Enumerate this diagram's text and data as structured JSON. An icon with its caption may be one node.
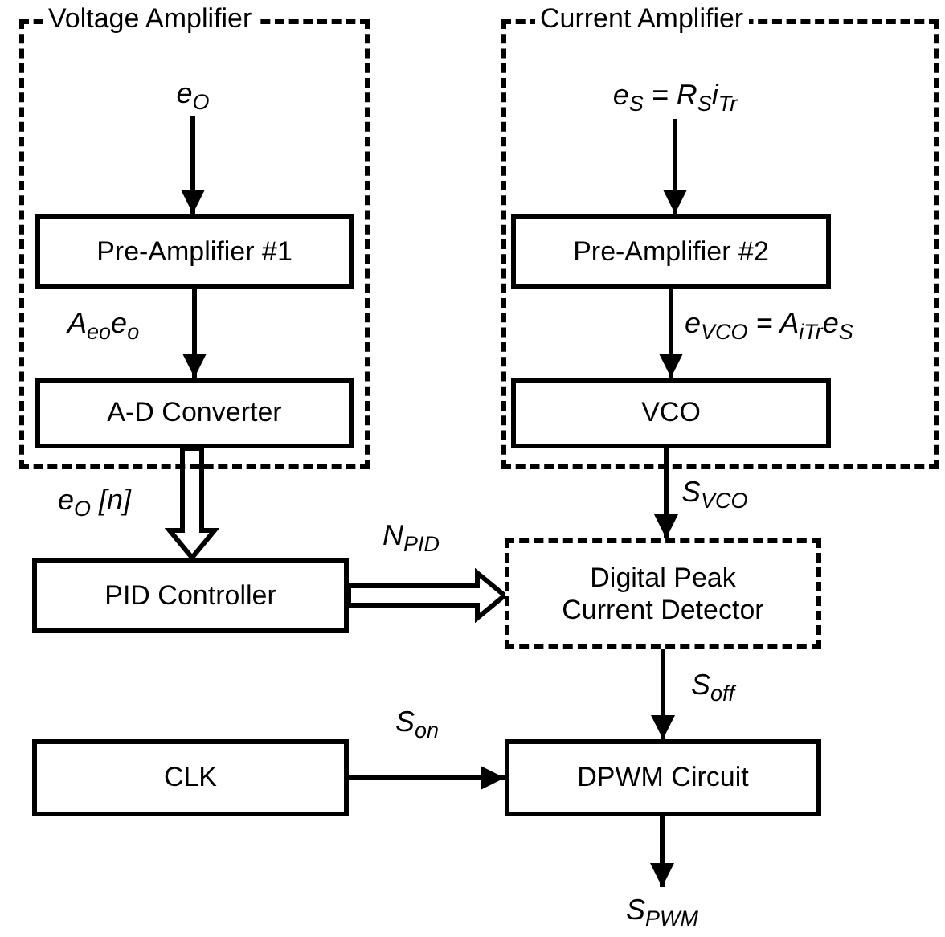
{
  "diagram": {
    "nodes": [
      {
        "text": [
          "Voltage Amplifier"
        ]
      },
      {
        "text": [
          "e$_{O}$"
        ],
        "in": 0
      },
      {
        "text": [
          "Pre-Amplifier #1"
        ],
        "in": 0
      },
      {
        "text": [
          "A-D Converter"
        ],
        "in": 0
      },
      {
        "text": [
          "Current Amplifier"
        ]
      },
      {
        "text": [
          "e$_{S}$ = R$_{S}$i$_{Tr}$"
        ],
        "in": 4
      },
      {
        "text": [
          "Pre-Amplifier #2"
        ],
        "in": 4
      },
      {
        "text": [
          "VCO"
        ],
        "in": 4
      },
      {
        "text": [
          "PID Controller"
        ]
      },
      {
        "text": [
          "Digital Peak Current Detector"
        ]
      },
      {
        "text": [
          "CLK"
        ]
      },
      {
        "text": [
          "DPWM Circuit"
        ]
      },
      {
        "text": [
          "S$_{PWM}$"
        ]
      }
    ],
    "edges": [
      {
        "from": 1,
        "to": 2,
        "arrow": "to"
      },
      {
        "from": 2,
        "to": 3,
        "arrow": "to",
        "label": "A$_{eo}$e$_{o}$"
      },
      {
        "from": 3,
        "to": 8,
        "arrow": "to",
        "label": "e$_{O}$ [n]",
        "style": "thick"
      },
      {
        "from": 5,
        "to": 6,
        "arrow": "to"
      },
      {
        "from": 6,
        "to": 7,
        "arrow": "to",
        "label": "e$_{VCO}$ = A$_{iTr}$e$_{S}$"
      },
      {
        "from": 7,
        "to": 9,
        "arrow": "to",
        "label": "S$_{VCO}$"
      },
      {
        "from": 8,
        "to": 9,
        "arrow": "to",
        "label": "N$_{PID}$",
        "style": "thick"
      },
      {
        "from": 9,
        "to": 11,
        "arrow": "to",
        "label": "S$_{off}$"
      },
      {
        "from": 10,
        "to": 11,
        "arrow": "to",
        "label": "S$_{on}$"
      },
      {
        "from": 11,
        "to": 12,
        "arrow": "to"
      }
    ]
  }
}
